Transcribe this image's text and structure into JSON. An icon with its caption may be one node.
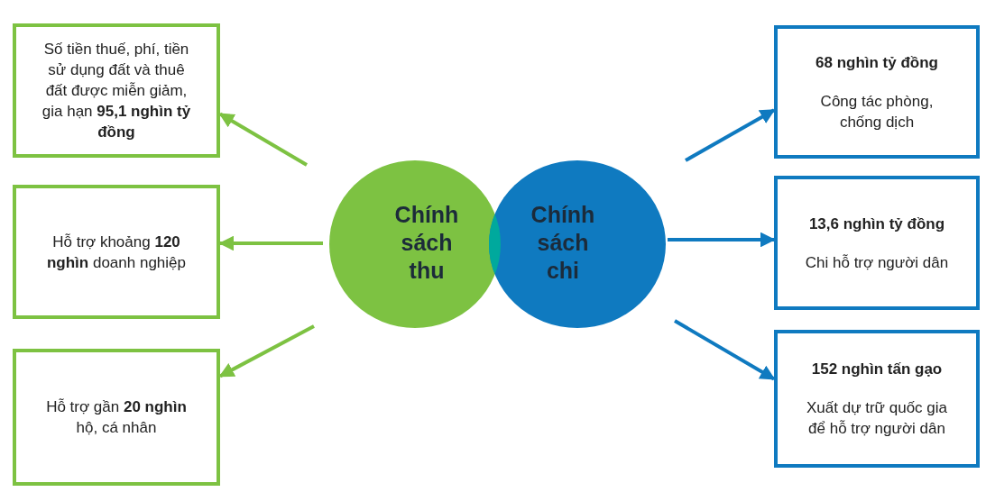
{
  "diagram": {
    "nodes": [
      {
        "text": [
          "Số tiền thuế, phí, tiền sử dụng đất và thuê đất được miễn giảm, gia hạn **95,1 nghìn tỷ đồng**"
        ]
      },
      {
        "text": [
          "Hỗ trợ khoảng **120 nghìn** doanh nghiệp"
        ]
      },
      {
        "text": [
          "Hỗ trợ gần **20 nghìn** hộ, cá nhân"
        ]
      },
      {
        "text": [
          "Chính sách thu"
        ]
      },
      {
        "text": [
          "Chính sách chi"
        ]
      },
      {
        "text": [
          "68 nghìn tỷ đồng",
          "Công tác phòng, chống dịch"
        ]
      },
      {
        "text": [
          "13,6 nghìn tỷ đồng",
          "Chi hỗ trợ người dân"
        ]
      },
      {
        "text": [
          "152 nghìn tấn gạo",
          "Xuất dự trữ quốc gia để hỗ trợ người dân"
        ]
      }
    ],
    "edges": [
      {
        "from": 3,
        "to": 0,
        "arrow": "to",
        "color": "#7dc242"
      },
      {
        "from": 3,
        "to": 1,
        "arrow": "to",
        "color": "#7dc242"
      },
      {
        "from": 3,
        "to": 2,
        "arrow": "to",
        "color": "#7dc242"
      },
      {
        "from": 4,
        "to": 5,
        "arrow": "to",
        "color": "#0f7ac0"
      },
      {
        "from": 4,
        "to": 6,
        "arrow": "to",
        "color": "#0f7ac0"
      },
      {
        "from": 4,
        "to": 7,
        "arrow": "to",
        "color": "#0f7ac0"
      }
    ]
  }
}
